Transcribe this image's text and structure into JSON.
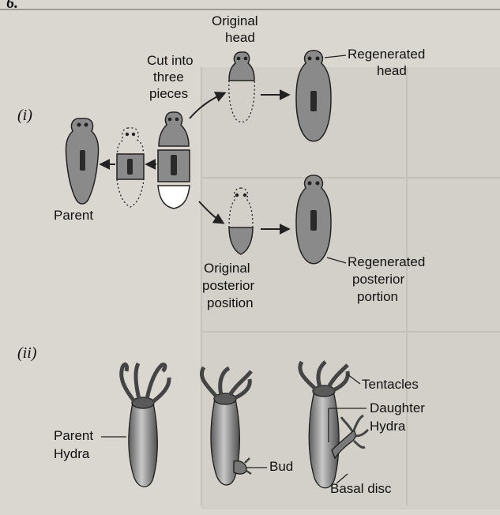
{
  "page_header": "6.",
  "part_i": {
    "marker": "(i)",
    "labels": {
      "cut_into": "Cut into",
      "three": "three",
      "pieces": "pieces",
      "original_head_1": "Original",
      "original_head_2": "head",
      "regenerated_head_1": "Regenerated",
      "regenerated_head_2": "head",
      "parent": "Parent",
      "original_posterior_1": "Original",
      "original_posterior_2": "posterior",
      "original_posterior_3": "position",
      "regenerated_posterior_1": "Regenerated",
      "regenerated_posterior_2": "posterior",
      "regenerated_posterior_3": "portion"
    }
  },
  "part_ii": {
    "marker": "(ii)",
    "labels": {
      "tentacles": "Tentacles",
      "daughter_1": "Daughter",
      "daughter_2": "Hydra",
      "parent_1": "Parent",
      "parent_2": "Hydra",
      "bud": "Bud",
      "basal_disc": "Basal disc"
    }
  },
  "colors": {
    "body_fill": "#8a8a8a",
    "body_stroke": "#222222",
    "mark": "#2a2a2a",
    "background": "#d9d7d0"
  }
}
